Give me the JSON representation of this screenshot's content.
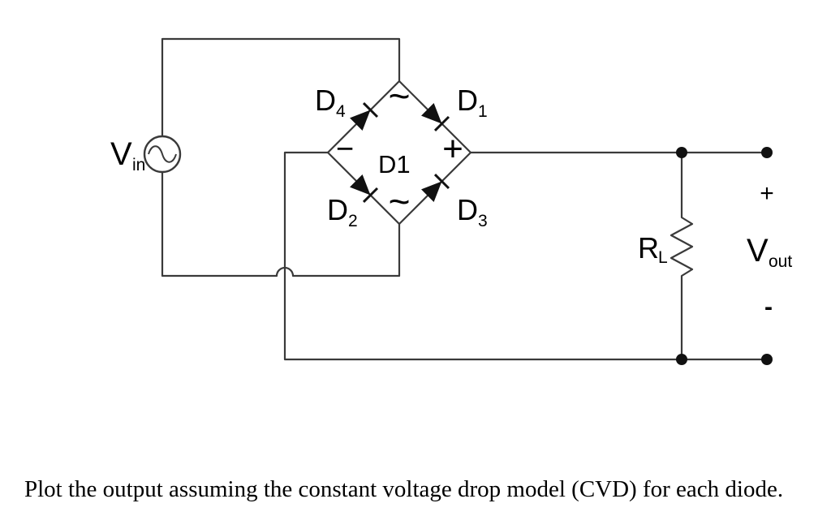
{
  "colors": {
    "wire": "#3a3a3a",
    "component": "#111111",
    "label": "#000000",
    "background": "#ffffff"
  },
  "source": {
    "label_base": "V",
    "label_sub": "in"
  },
  "bridge": {
    "center_label": "D1",
    "ac_top_symbol": "~",
    "ac_bottom_symbol": "~",
    "minus_sign": "−",
    "plus_sign": "+",
    "diodes": [
      {
        "name": "D4",
        "base": "D",
        "sub": "4",
        "position": "top-left"
      },
      {
        "name": "D1",
        "base": "D",
        "sub": "1",
        "position": "top-right"
      },
      {
        "name": "D2",
        "base": "D",
        "sub": "2",
        "position": "bottom-left"
      },
      {
        "name": "D3",
        "base": "D",
        "sub": "3",
        "position": "bottom-right"
      }
    ]
  },
  "load": {
    "label_base": "R",
    "label_sub": "L"
  },
  "output": {
    "plus_sign": "+",
    "label_base": "V",
    "label_sub": "out",
    "minus_sign": "-"
  },
  "caption": "Plot the output assuming the constant voltage drop model (CVD) for each diode."
}
